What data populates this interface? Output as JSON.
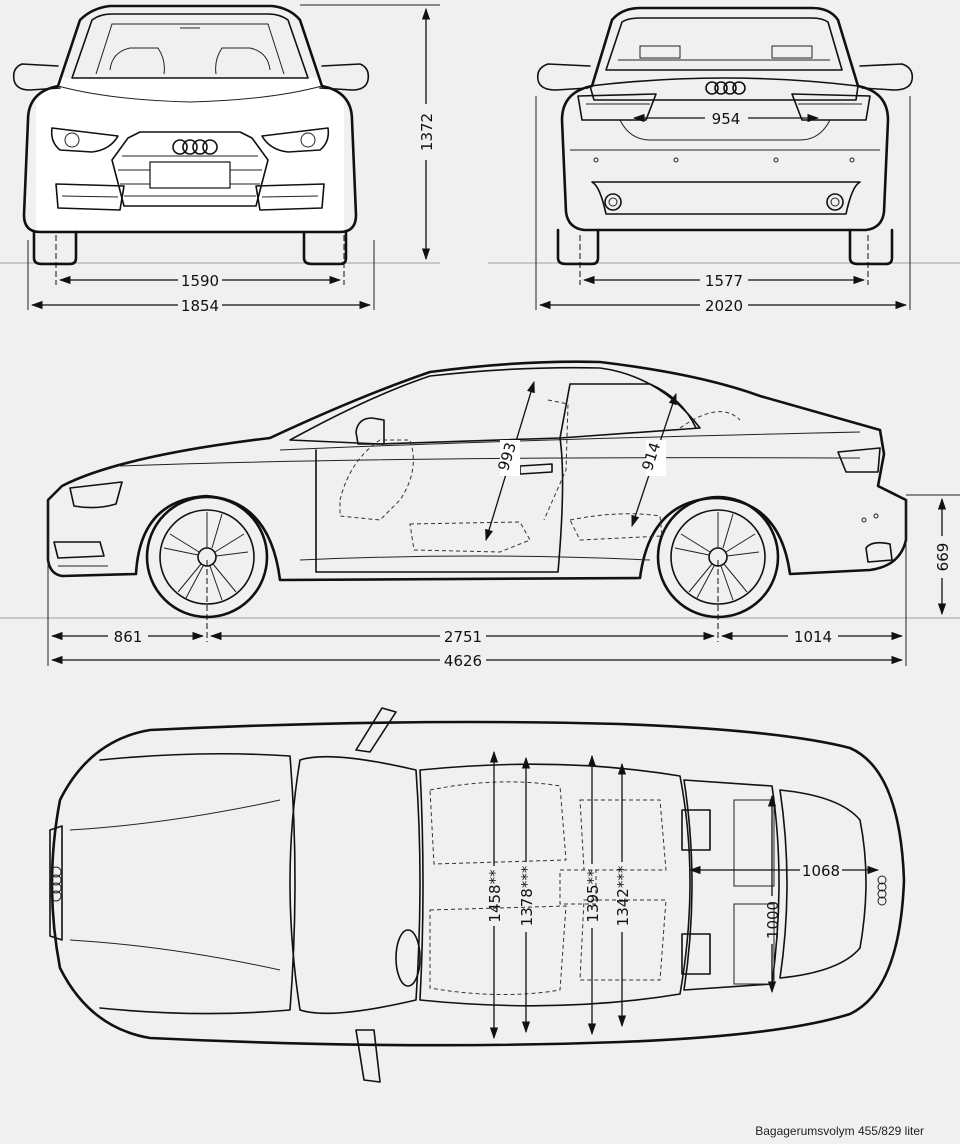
{
  "front_view": {
    "track_width": "1590",
    "overall_width": "1854",
    "height": "1372"
  },
  "rear_view": {
    "trunk_opening_width": "954",
    "track_width": "1577",
    "width_incl_mirrors": "2020"
  },
  "side_view": {
    "front_overhang": "861",
    "wheelbase": "2751",
    "rear_overhang": "1014",
    "overall_length": "4626",
    "front_headroom": "993",
    "rear_headroom": "914",
    "loading_sill_height": "669"
  },
  "top_view": {
    "front_shoulder_width": "1458**",
    "front_elbow_width": "1378***",
    "rear_shoulder_width": "1395**",
    "rear_elbow_width": "1342***",
    "trunk_length": "1068",
    "trunk_width": "1000"
  },
  "caption": "Bagagerumsvolym 455/829 liter"
}
